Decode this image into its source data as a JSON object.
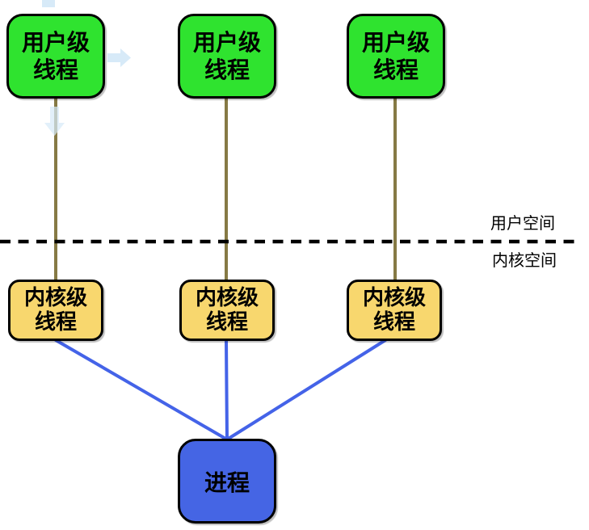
{
  "diagram": {
    "user_threads": [
      {
        "label": "用户级\n线程"
      },
      {
        "label": "用户级\n线程"
      },
      {
        "label": "用户级\n线程"
      }
    ],
    "kernel_threads": [
      {
        "label": "内核级\n线程"
      },
      {
        "label": "内核级\n线程"
      },
      {
        "label": "内核级\n线程"
      }
    ],
    "process": {
      "label": "进程"
    },
    "space_labels": {
      "user": "用户空间",
      "kernel": "内核空间"
    },
    "colors": {
      "user_thread_fill": "#2fe32f",
      "kernel_thread_fill": "#f8d76e",
      "process_fill": "#4565e4",
      "thread_connector_line": "#867a45",
      "process_connector_line": "#4463e8",
      "boundary_dashed_line": "#000000",
      "highlight_arrow_fill": "#d7eaf8",
      "box_border": "#000000"
    }
  }
}
